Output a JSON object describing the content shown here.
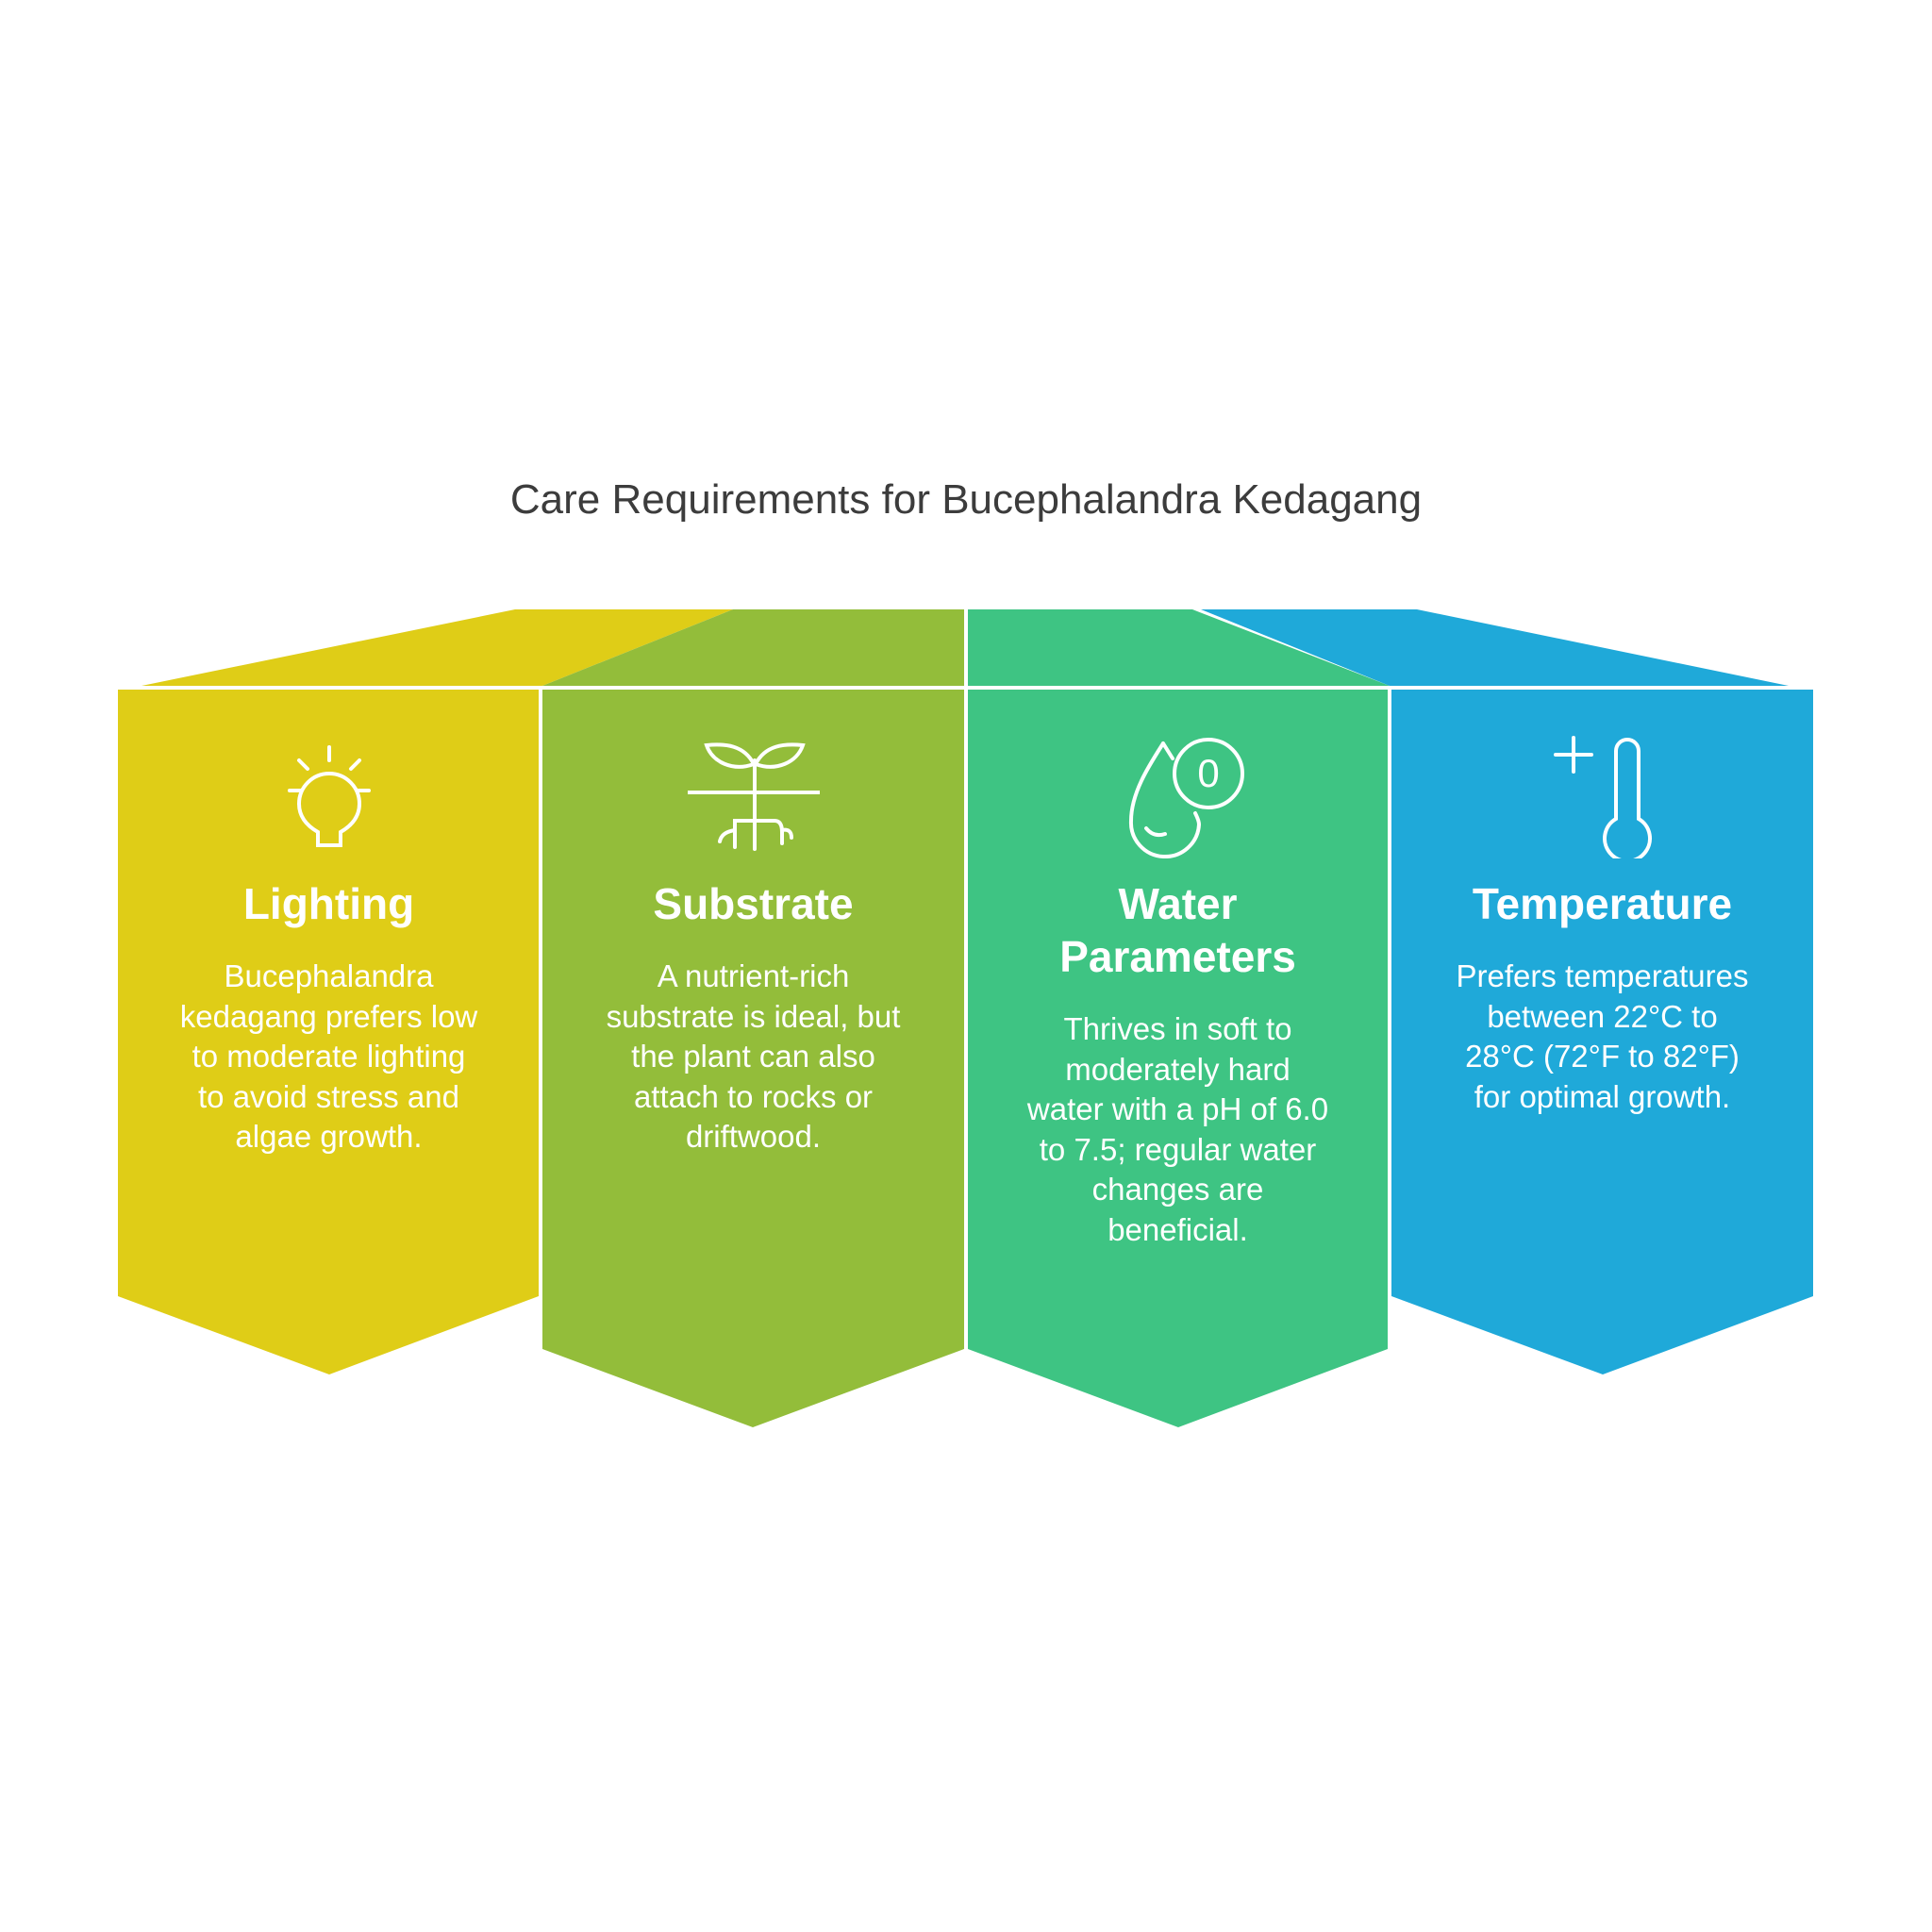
{
  "title": "Care Requirements for Bucephalandra Kedagang",
  "colors": {
    "lighting": "#DFCD17",
    "substrate": "#93BD3A",
    "water": "#3EC483",
    "temperature": "#1FA9D9"
  },
  "columns": [
    {
      "icon": "lightbulb-icon",
      "heading": "Lighting",
      "body": "Bucephalandra kedagang prefers low to moderate lighting to avoid stress and algae growth."
    },
    {
      "icon": "sprout-roots-icon",
      "heading": "Substrate",
      "body": "A nutrient-rich substrate is ideal, but the plant can also attach to rocks or driftwood."
    },
    {
      "icon": "water-drop-ph-icon",
      "heading": "Water Parameters",
      "body": "Thrives in soft to moderately hard water with a pH of 6.0 to 7.5; regular water changes are beneficial."
    },
    {
      "icon": "thermometer-plus-icon",
      "heading": "Temperature",
      "body": "Prefers temperatures between 22°C to 28°C (72°F to 82°F) for optimal growth."
    }
  ],
  "icon_text": {
    "ph_digit": "0"
  }
}
